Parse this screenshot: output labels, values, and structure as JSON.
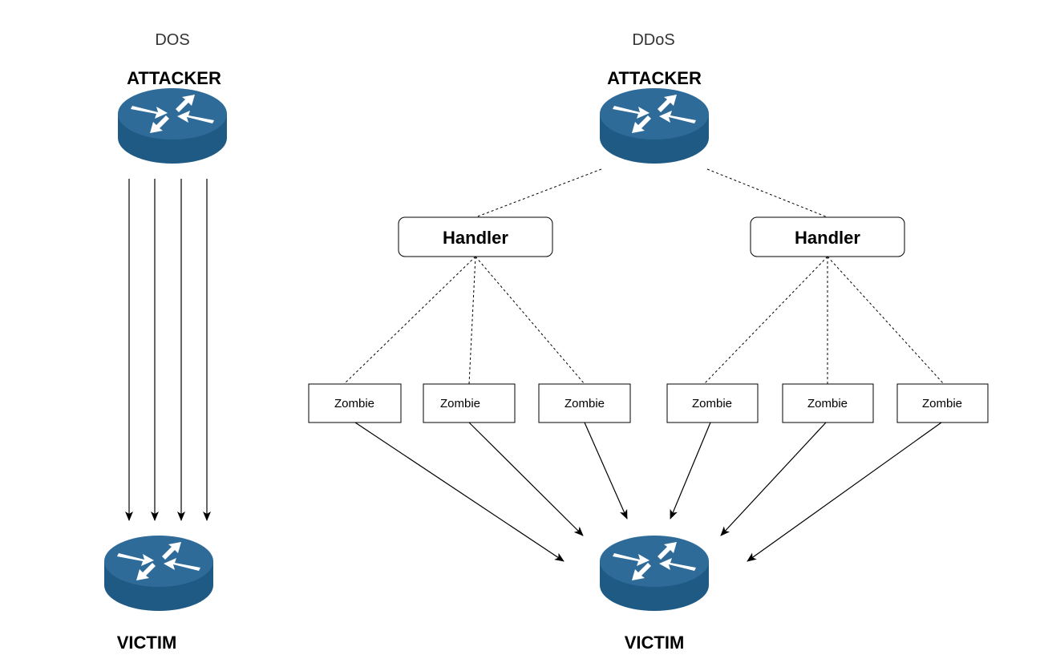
{
  "dos": {
    "title": "DOS",
    "attacker_label": "ATTACKER",
    "victim_label": "VICTIM"
  },
  "ddos": {
    "title": "DDoS",
    "attacker_label": "ATTACKER",
    "victim_label": "VICTIM",
    "handlers": [
      {
        "label": "Handler"
      },
      {
        "label": "Handler"
      }
    ],
    "zombies": [
      {
        "label": "Zombie"
      },
      {
        "label": "Zombie"
      },
      {
        "label": "Zombie"
      },
      {
        "label": "Zombie"
      },
      {
        "label": "Zombie"
      },
      {
        "label": "Zombie"
      }
    ]
  },
  "colors": {
    "router_top": "#2e6b99",
    "router_side": "#1f5a85",
    "router_arrow": "#ffffff",
    "line": "#000000"
  },
  "icons": {
    "router": "router-icon"
  }
}
